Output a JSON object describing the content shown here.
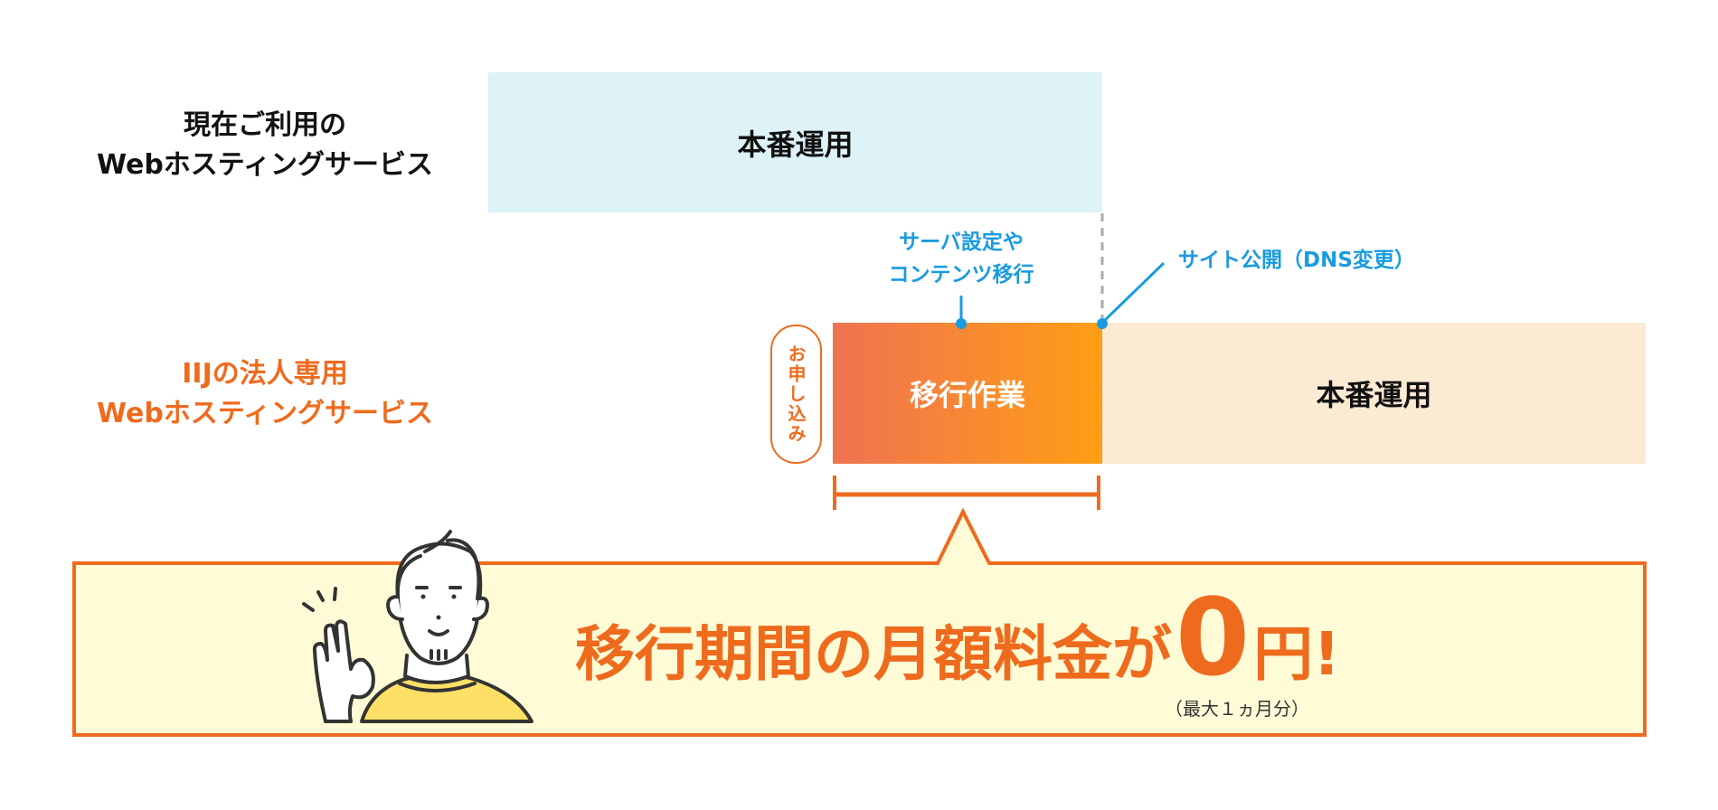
{
  "rows": {
    "current": {
      "label_line1": "現在ご利用の",
      "label_line2": "Webホスティングサービス",
      "bar_label": "本番運用"
    },
    "iij": {
      "label_line1": "IIJの法人専用",
      "label_line2": "Webホスティングサービス",
      "apply_label": "お申し込み",
      "migration_label": "移行作業",
      "production_label": "本番運用"
    }
  },
  "annotations": {
    "server_line1": "サーバ設定や",
    "server_line2": "コンテンツ移行",
    "launch": "サイト公開（DNS変更）"
  },
  "callout": {
    "main_text": "移行期間の月額料金が",
    "zero": "0",
    "yen": "円!",
    "note": "（最大１ヵ月分）"
  },
  "colors": {
    "accent_orange": "#EE6B1E",
    "annotation_blue": "#1A9BE0",
    "current_bar": "#DDF3F8",
    "production_bar": "#FDEAD3",
    "callout_fill": "#FFFBD6"
  }
}
